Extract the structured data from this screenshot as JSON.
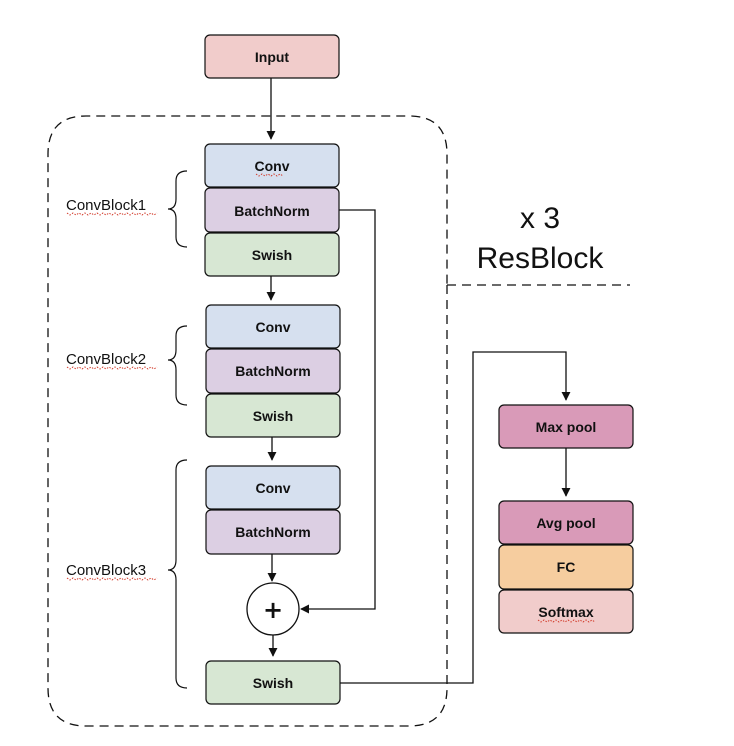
{
  "colors": {
    "input": "#f1cccb",
    "conv": "#d6e0ef",
    "batchnorm": "#dccfe3",
    "swish": "#d7e7d3",
    "pool": "#d99ab8",
    "fc": "#f6cd9f",
    "softmax": "#f1cccb",
    "stroke": "#111111"
  },
  "input": "Input",
  "resblock": {
    "repeat": "x 3",
    "title": "ResBlock"
  },
  "convblock1": {
    "label": "ConvBlock1",
    "conv": "Conv",
    "batchnorm": "BatchNorm",
    "swish": "Swish"
  },
  "convblock2": {
    "label": "ConvBlock2",
    "conv": "Conv",
    "batchnorm": "BatchNorm",
    "swish": "Swish"
  },
  "convblock3": {
    "label": "ConvBlock3",
    "conv": "Conv",
    "batchnorm": "BatchNorm",
    "add": "+",
    "swish": "Swish"
  },
  "head": {
    "maxpool": "Max pool",
    "avgpool": "Avg pool",
    "fc": "FC",
    "softmax": "Softmax"
  }
}
